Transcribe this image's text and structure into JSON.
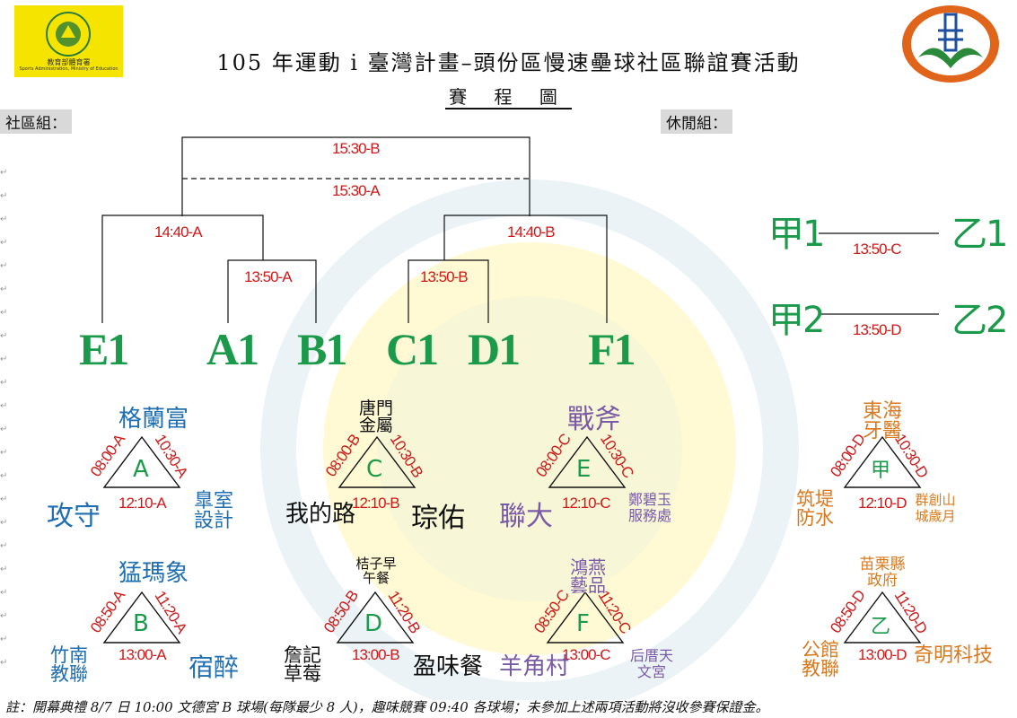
{
  "header": {
    "title": "105 年運動 i 臺灣計畫–頭份區慢速壘球社區聯誼賽活動",
    "subtitle": "賽 程 圖",
    "logo_text_cn": "教育部體育署",
    "logo_text_en": "Sports Administration, Ministry of Education"
  },
  "groups": {
    "community": "社區組：",
    "leisure": "休閒組："
  },
  "bracket": {
    "final_b": "15:30-B",
    "final_a": "15:30-A",
    "semi_left": "14:40-A",
    "semi_right": "14:40-B",
    "qf_left": "13:50-A",
    "qf_right": "13:50-B",
    "teams": [
      "E1",
      "A1",
      "B1",
      "C1",
      "D1",
      "F1"
    ]
  },
  "leisure_matches": [
    {
      "left": "甲1",
      "time": "13:50-C",
      "right": "乙1"
    },
    {
      "left": "甲2",
      "time": "13:50-D",
      "right": "乙2"
    }
  ],
  "pools": {
    "A": {
      "letter": "A",
      "top": "格蘭富",
      "left": "攻守",
      "right": "臯室設計",
      "t_left": "08:00-A",
      "t_right": "10:30-A",
      "t_bottom": "12:10-A"
    },
    "B": {
      "letter": "B",
      "top": "猛瑪象",
      "left": "竹南教聯",
      "right": "宿醉",
      "t_left": "08:50-A",
      "t_right": "11:20-A",
      "t_bottom": "13:00-A"
    },
    "C": {
      "letter": "C",
      "top": "唐門金屬",
      "left": "我的路",
      "right": "琮佑",
      "t_left": "08:00-B",
      "t_right": "10:30-B",
      "t_bottom": "12:10-B"
    },
    "D": {
      "letter": "D",
      "top": "桔子早午餐",
      "left": "詹記草莓",
      "right": "盈味餐",
      "t_left": "08:50-B",
      "t_right": "11:20-B",
      "t_bottom": "13:00-B"
    },
    "E": {
      "letter": "E",
      "top": "戰斧",
      "left": "聯大",
      "right": "鄭碧玉服務處",
      "t_left": "08:00-C",
      "t_right": "10:30-C",
      "t_bottom": "12:10-C"
    },
    "F": {
      "letter": "F",
      "top": "鴻燕藝品",
      "left": "羊角村",
      "right": "后厝天文宮",
      "t_left": "08:50-C",
      "t_right": "11:20-C",
      "t_bottom": "13:00-C"
    },
    "jia": {
      "letter": "甲",
      "top": "東海牙醫",
      "left": "筑堤防水",
      "right": "群創山城歲月",
      "t_left": "08:00-D",
      "t_right": "10:30-D",
      "t_bottom": "12:10-D"
    },
    "yi": {
      "letter": "乙",
      "top": "苗栗縣政府",
      "left": "公館教聯",
      "right": "奇明科技",
      "t_left": "08:50-D",
      "t_right": "11:20-D",
      "t_bottom": "13:00-D"
    }
  },
  "footer": "註：開幕典禮 8/7 日 10:00 文德宮 B 球場(每隊最少 8 人)，趣味競賽 09:40 各球場；未參加上述兩項活動將沒收參賽保證金。",
  "colors": {
    "time": "#cc1a1a",
    "team_big": "#1a9a4a",
    "logo_yellow": "#f5e400",
    "emblem_orange": "#e0641a",
    "emblem_green": "#2a8a3a"
  }
}
